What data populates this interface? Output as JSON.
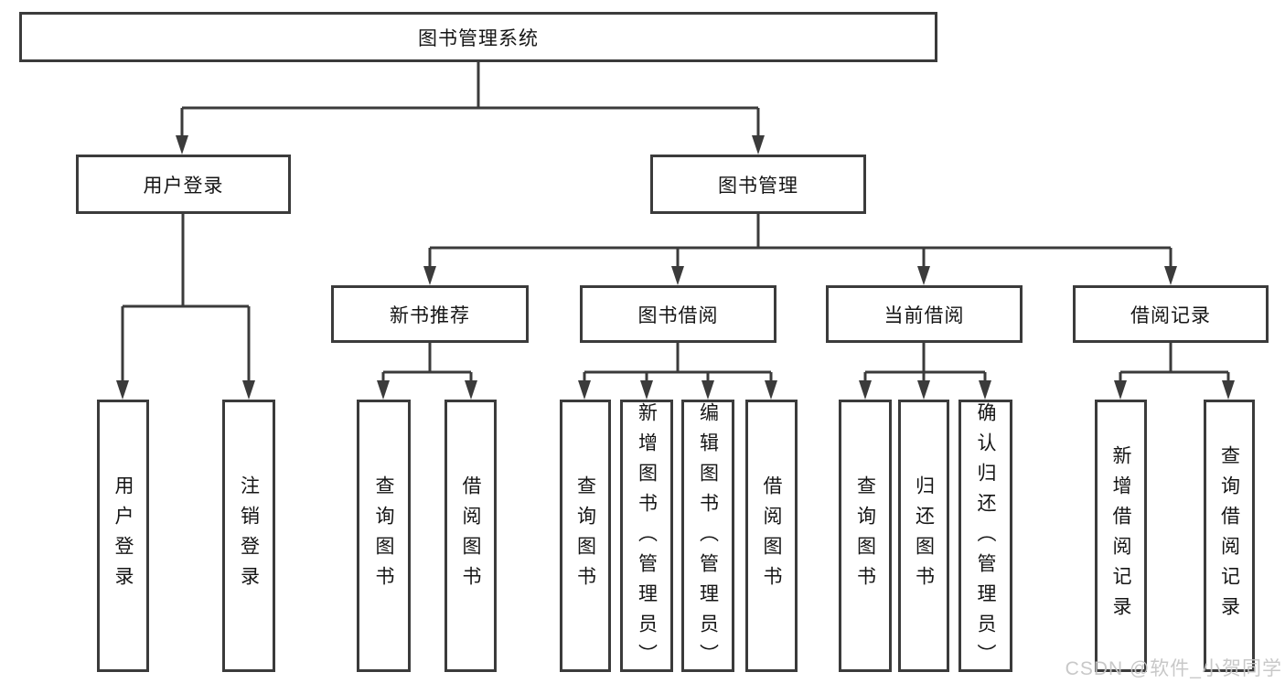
{
  "diagram": {
    "root": {
      "label": "图书管理系统"
    },
    "level1": [
      {
        "label": "用户登录"
      },
      {
        "label": "图书管理"
      }
    ],
    "level2": [
      {
        "label": "新书推荐"
      },
      {
        "label": "图书借阅"
      },
      {
        "label": "当前借阅"
      },
      {
        "label": "借阅记录"
      }
    ],
    "leaves": [
      {
        "label": "用户登录"
      },
      {
        "label": "注销登录"
      },
      {
        "label": "查询图书"
      },
      {
        "label": "借阅图书"
      },
      {
        "label": "查询图书"
      },
      {
        "label": "新增图书（管理员）"
      },
      {
        "label": "编辑图书（管理员）"
      },
      {
        "label": "借阅图书"
      },
      {
        "label": "查询图书"
      },
      {
        "label": "归还图书"
      },
      {
        "label": "确认归还（管理员）"
      },
      {
        "label": "新增借阅记录"
      },
      {
        "label": "查询借阅记录"
      }
    ],
    "watermark": "CSDN @软件_小贺同学",
    "colors": {
      "line": "#3b3b3b",
      "text": "#151515",
      "background": "#ffffff",
      "watermark": "#c5c5c5"
    }
  }
}
